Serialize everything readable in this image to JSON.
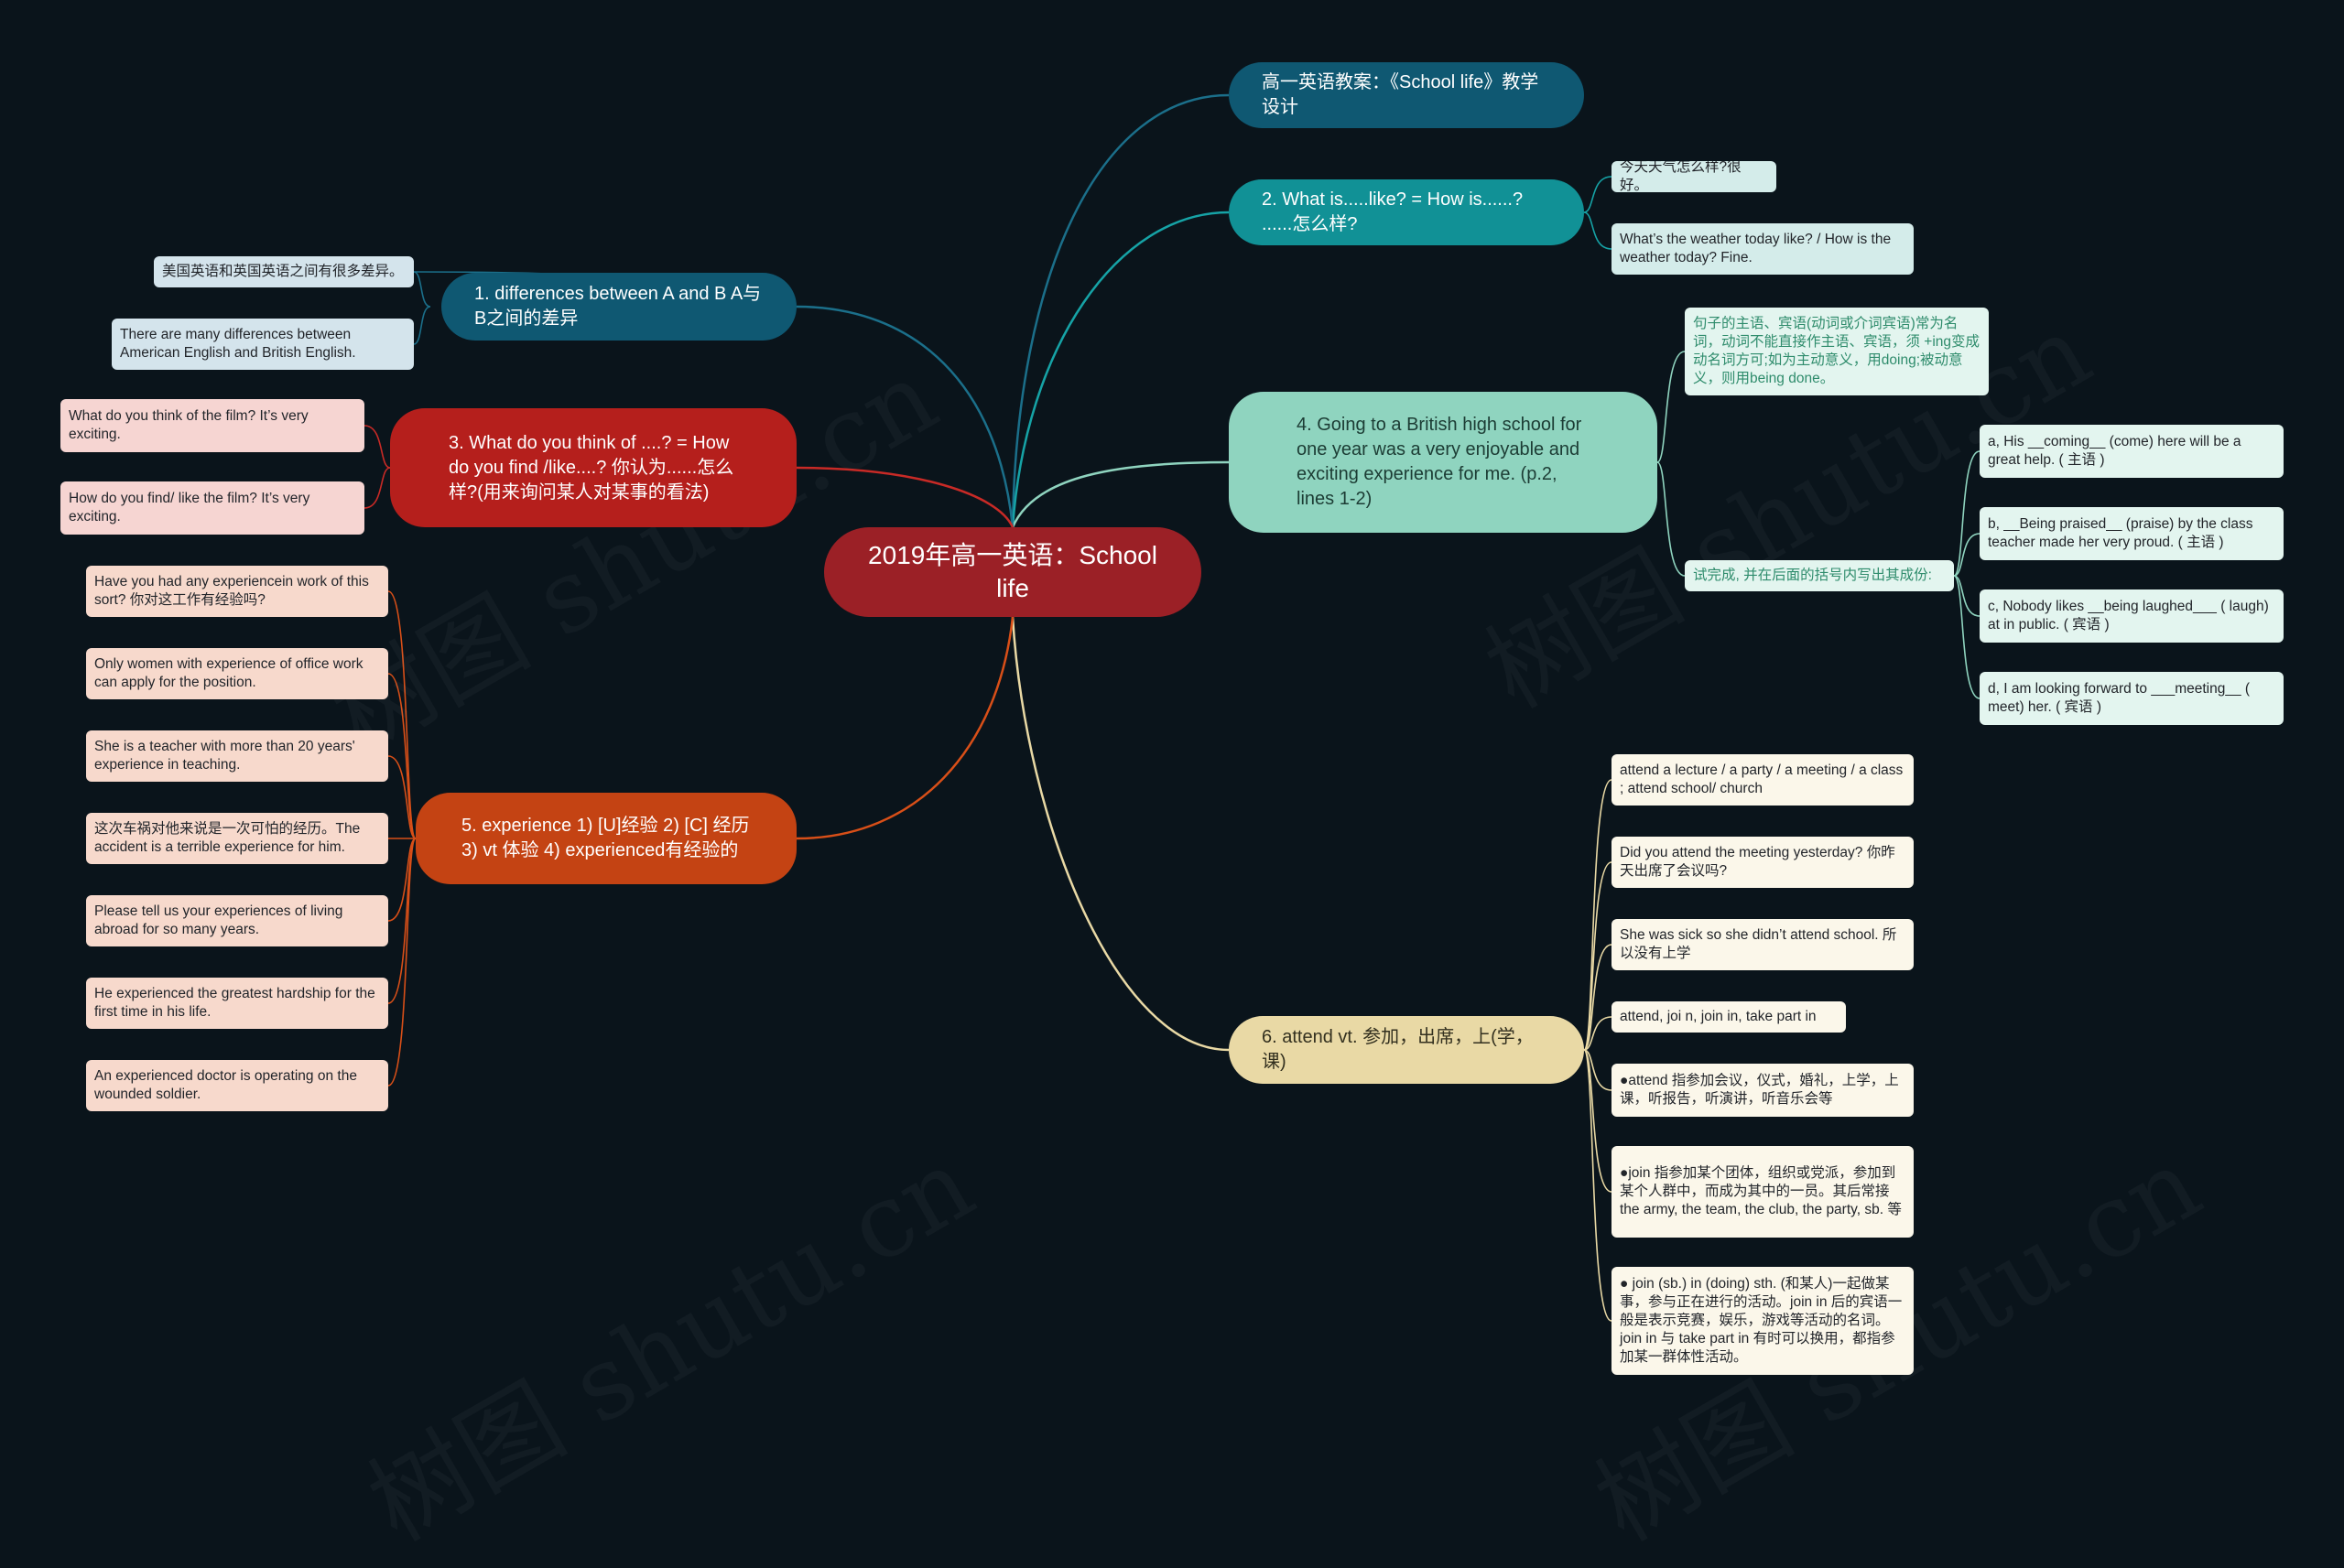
{
  "root": {
    "label": "2019年高一英语：School life"
  },
  "branches": {
    "b0": {
      "label": "高一英语教案：《School life》教学设计",
      "color": "#0f5872"
    },
    "b2": {
      "label": "2. What is.....like? = How is......? ......怎么样?",
      "color": "#119196",
      "leaves": [
        "今天天气怎么样?很好。",
        "What’s the weather today like? / How is the weather today? Fine."
      ]
    },
    "b4": {
      "label": "4. Going to a British high school for one year was a very enjoyable and exciting experience for me. (p.2, lines 1-2)",
      "color": "#8fd4bf",
      "leaves": [
        "句子的主语、宾语(动词或介词宾语)常为名词，动词不能直接作主语、宾语，须 +ing变成动名词方可;如为主动意义，用doing;被动意义，则用being done。",
        "试完成, 并在后面的括号内写出其成份:"
      ],
      "subleaves": [
        "a, His __coming__ (come) here will be a great help. ( 主语 )",
        "b, __Being praised__ (praise) by the class teacher made her very proud. ( 主语 )",
        "c, Nobody likes __being laughed___ ( laugh) at in public. ( 宾语 )",
        "d, I am looking forward to ___meeting__ ( meet) her. ( 宾语 )"
      ]
    },
    "b6": {
      "label": "6. attend vt. 参加，出席，上(学，课)",
      "color": "#e9d9a5",
      "leaves": [
        "attend a lecture / a party / a meeting / a class ; attend school/ church",
        "Did you attend the meeting yesterday? 你昨天出席了会议吗?",
        "She was sick so she didn’t attend school. 所以没有上学",
        "attend, joi n, join in, take part in",
        "●attend 指参加会议，仪式，婚礼，上学，上课，听报告，听演讲，听音乐会等",
        "●join 指参加某个团体，组织或党派，参加到某个人群中，而成为其中的一员。其后常接the army, the team, the club, the party, sb. 等",
        "● join (sb.) in (doing) sth. (和某人)一起做某事，参与正在进行的活动。join in 后的宾语一般是表示竞赛，娱乐，游戏等活动的名词。join in 与 take part in 有时可以换用，都指参加某一群体性活动。"
      ]
    },
    "b1": {
      "label": "1. differences between A and B A与B之间的差异",
      "color": "#0f5872",
      "leaves": [
        "美国英语和英国英语之间有很多差异。",
        "There are many differences between American English and British English."
      ]
    },
    "b3": {
      "label": "3. What do you think of ....? = How do you find /like....? 你认为......怎么样?(用来询问某人对某事的看法)",
      "color": "#b51f1c",
      "leaves": [
        "What do you think of the film? It’s very exciting.",
        "How do you find/ like the film? It’s very exciting."
      ]
    },
    "b5": {
      "label": "5. experience 1) [U]经验 2) [C] 经历 3) vt 体验 4) experienced有经验的",
      "color": "#c44313",
      "leaves": [
        "Have you had any experiencein work of this sort? 你对这工作有经验吗?",
        "Only women with experience of office work can apply for the position.",
        "She is a teacher with more than 20 years' experience in teaching.",
        "这次车祸对他来说是一次可怕的经历。The accident is a terrible experience for him.",
        "Please tell us your experiences of living abroad for so many years.",
        "He experienced the greatest hardship for the first time in his life.",
        "An experienced doctor is operating on the wounded soldier."
      ]
    }
  },
  "colors": {
    "background": "#0a141b",
    "root": "#9b2026",
    "leaf_teal": "#d4ecea",
    "leaf_mint": "#e3f5ef",
    "leaf_mint_text": "#2f8c6c",
    "leaf_cream": "#fbf7ea",
    "leaf_red": "#f6d5d2",
    "leaf_orange": "#f7d9cc",
    "leaf_blue": "#d4e4ec"
  },
  "watermarks": [
    "树图 shutu.cn",
    "树图 shutu.cn",
    "树图 shutu.cn",
    "树图 shutu.cn"
  ]
}
